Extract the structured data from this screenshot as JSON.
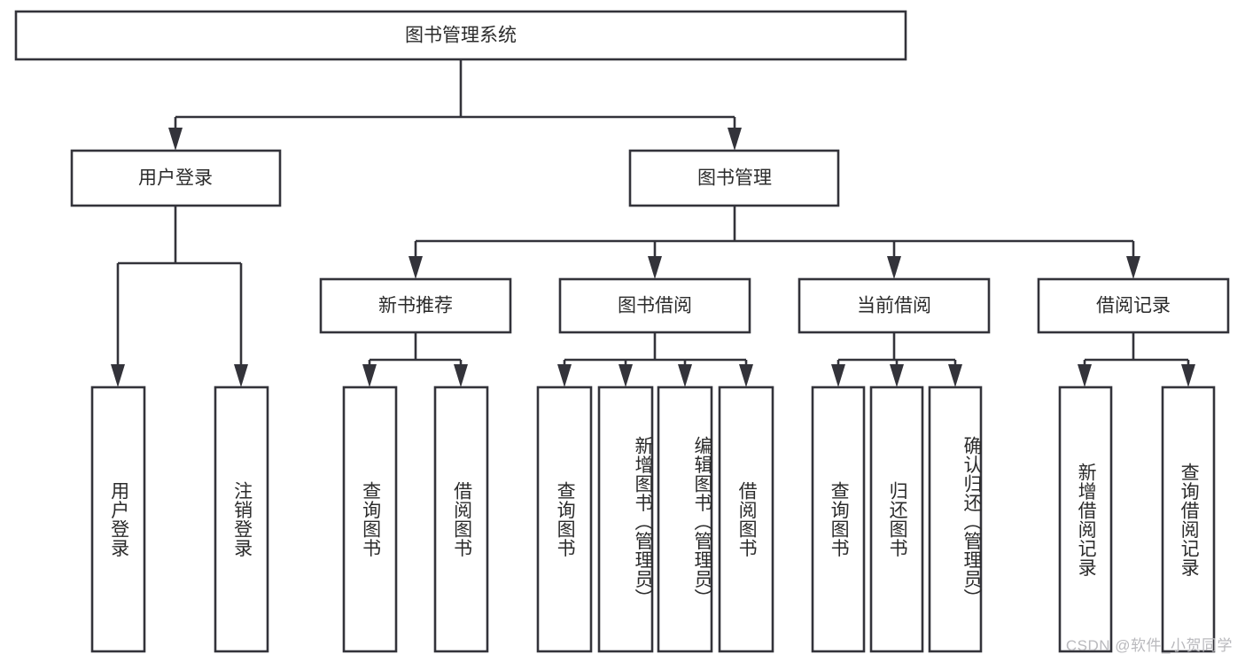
{
  "diagram": {
    "title": "图书管理系统",
    "type": "hierarchy-tree",
    "colors": {
      "box_stroke": "#33333a",
      "box_fill": "#ffffff",
      "text": "#2b2b2b",
      "background": "#ffffff",
      "watermark": "#b9b9bd"
    },
    "root": {
      "label": "图书管理系统"
    },
    "level2": [
      {
        "label": "用户登录"
      },
      {
        "label": "图书管理"
      }
    ],
    "level3": [
      {
        "label": "新书推荐"
      },
      {
        "label": "图书借阅"
      },
      {
        "label": "当前借阅"
      },
      {
        "label": "借阅记录"
      }
    ],
    "leaves": {
      "user_login": [
        {
          "label": "用户登录"
        },
        {
          "label": "注销登录"
        }
      ],
      "new_book_recommend": [
        {
          "label": "查询图书"
        },
        {
          "label": "借阅图书"
        }
      ],
      "book_borrow": [
        {
          "label": "查询图书"
        },
        {
          "label": "新增图书（管理员）"
        },
        {
          "label": "编辑图书（管理员）"
        },
        {
          "label": "借阅图书"
        }
      ],
      "current_borrow": [
        {
          "label": "查询图书"
        },
        {
          "label": "归还图书"
        },
        {
          "label": "确认归还（管理员）"
        }
      ],
      "borrow_records": [
        {
          "label": "新增借阅记录"
        },
        {
          "label": "查询借阅记录"
        }
      ]
    }
  },
  "watermark": {
    "text": "CSDN @软件_小贺同学"
  }
}
